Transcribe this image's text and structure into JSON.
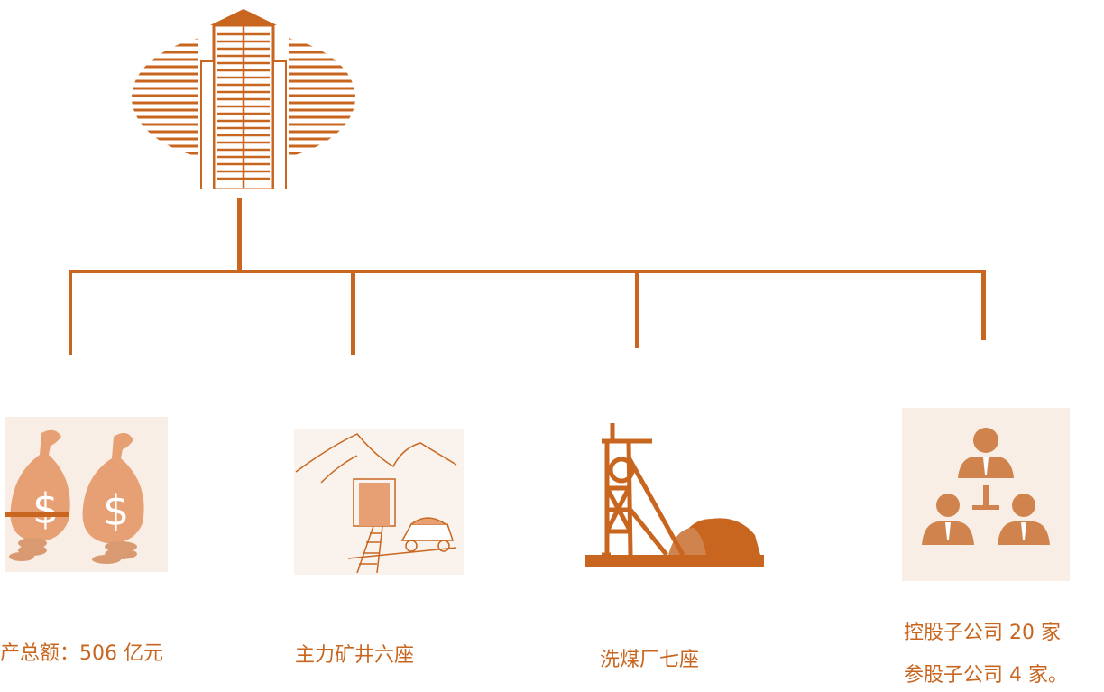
{
  "colors": {
    "accent": "#C8661F",
    "tile_bg": "#f8eee6"
  },
  "root": {
    "icon": "office-building-icon"
  },
  "branches": [
    {
      "icon": "money-bags-icon",
      "label": "产总额：506 亿元"
    },
    {
      "icon": "mine-entrance-icon",
      "label": "主力矿井六座"
    },
    {
      "icon": "coal-washing-plant-icon",
      "label": "洗煤厂七座"
    },
    {
      "icon": "org-chart-people-icon",
      "label_lines": [
        "控股子公司 20 家",
        "参股子公司 4 家。"
      ]
    }
  ]
}
